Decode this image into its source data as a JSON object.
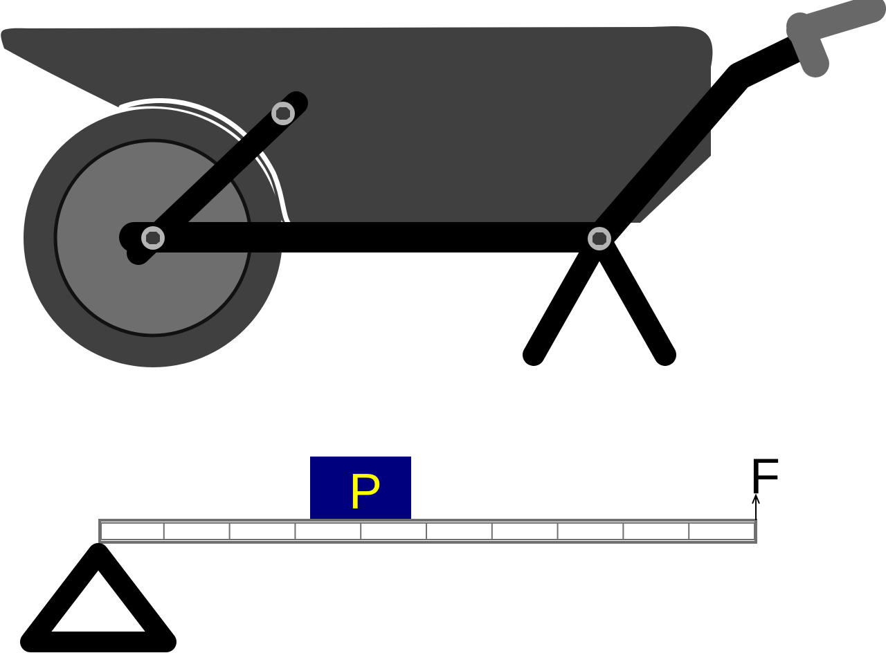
{
  "diagram": {
    "kind": "wheelbarrow-lever-illustration",
    "load_label": "P",
    "force_label": "F",
    "beam_segments": 10,
    "colors": {
      "body": "#404040",
      "frame": "#000000",
      "tire": "#404040",
      "rim": "#6e6e6e",
      "handle_grip": "#686868",
      "bolt_ring": "#b4b4b4",
      "bolt_center": "#3a3a3a",
      "load_fill": "#00007f",
      "load_text": "#ffff00",
      "beam_stroke": "#707070",
      "fulcrum": "#000000",
      "force_text": "#000000"
    }
  }
}
